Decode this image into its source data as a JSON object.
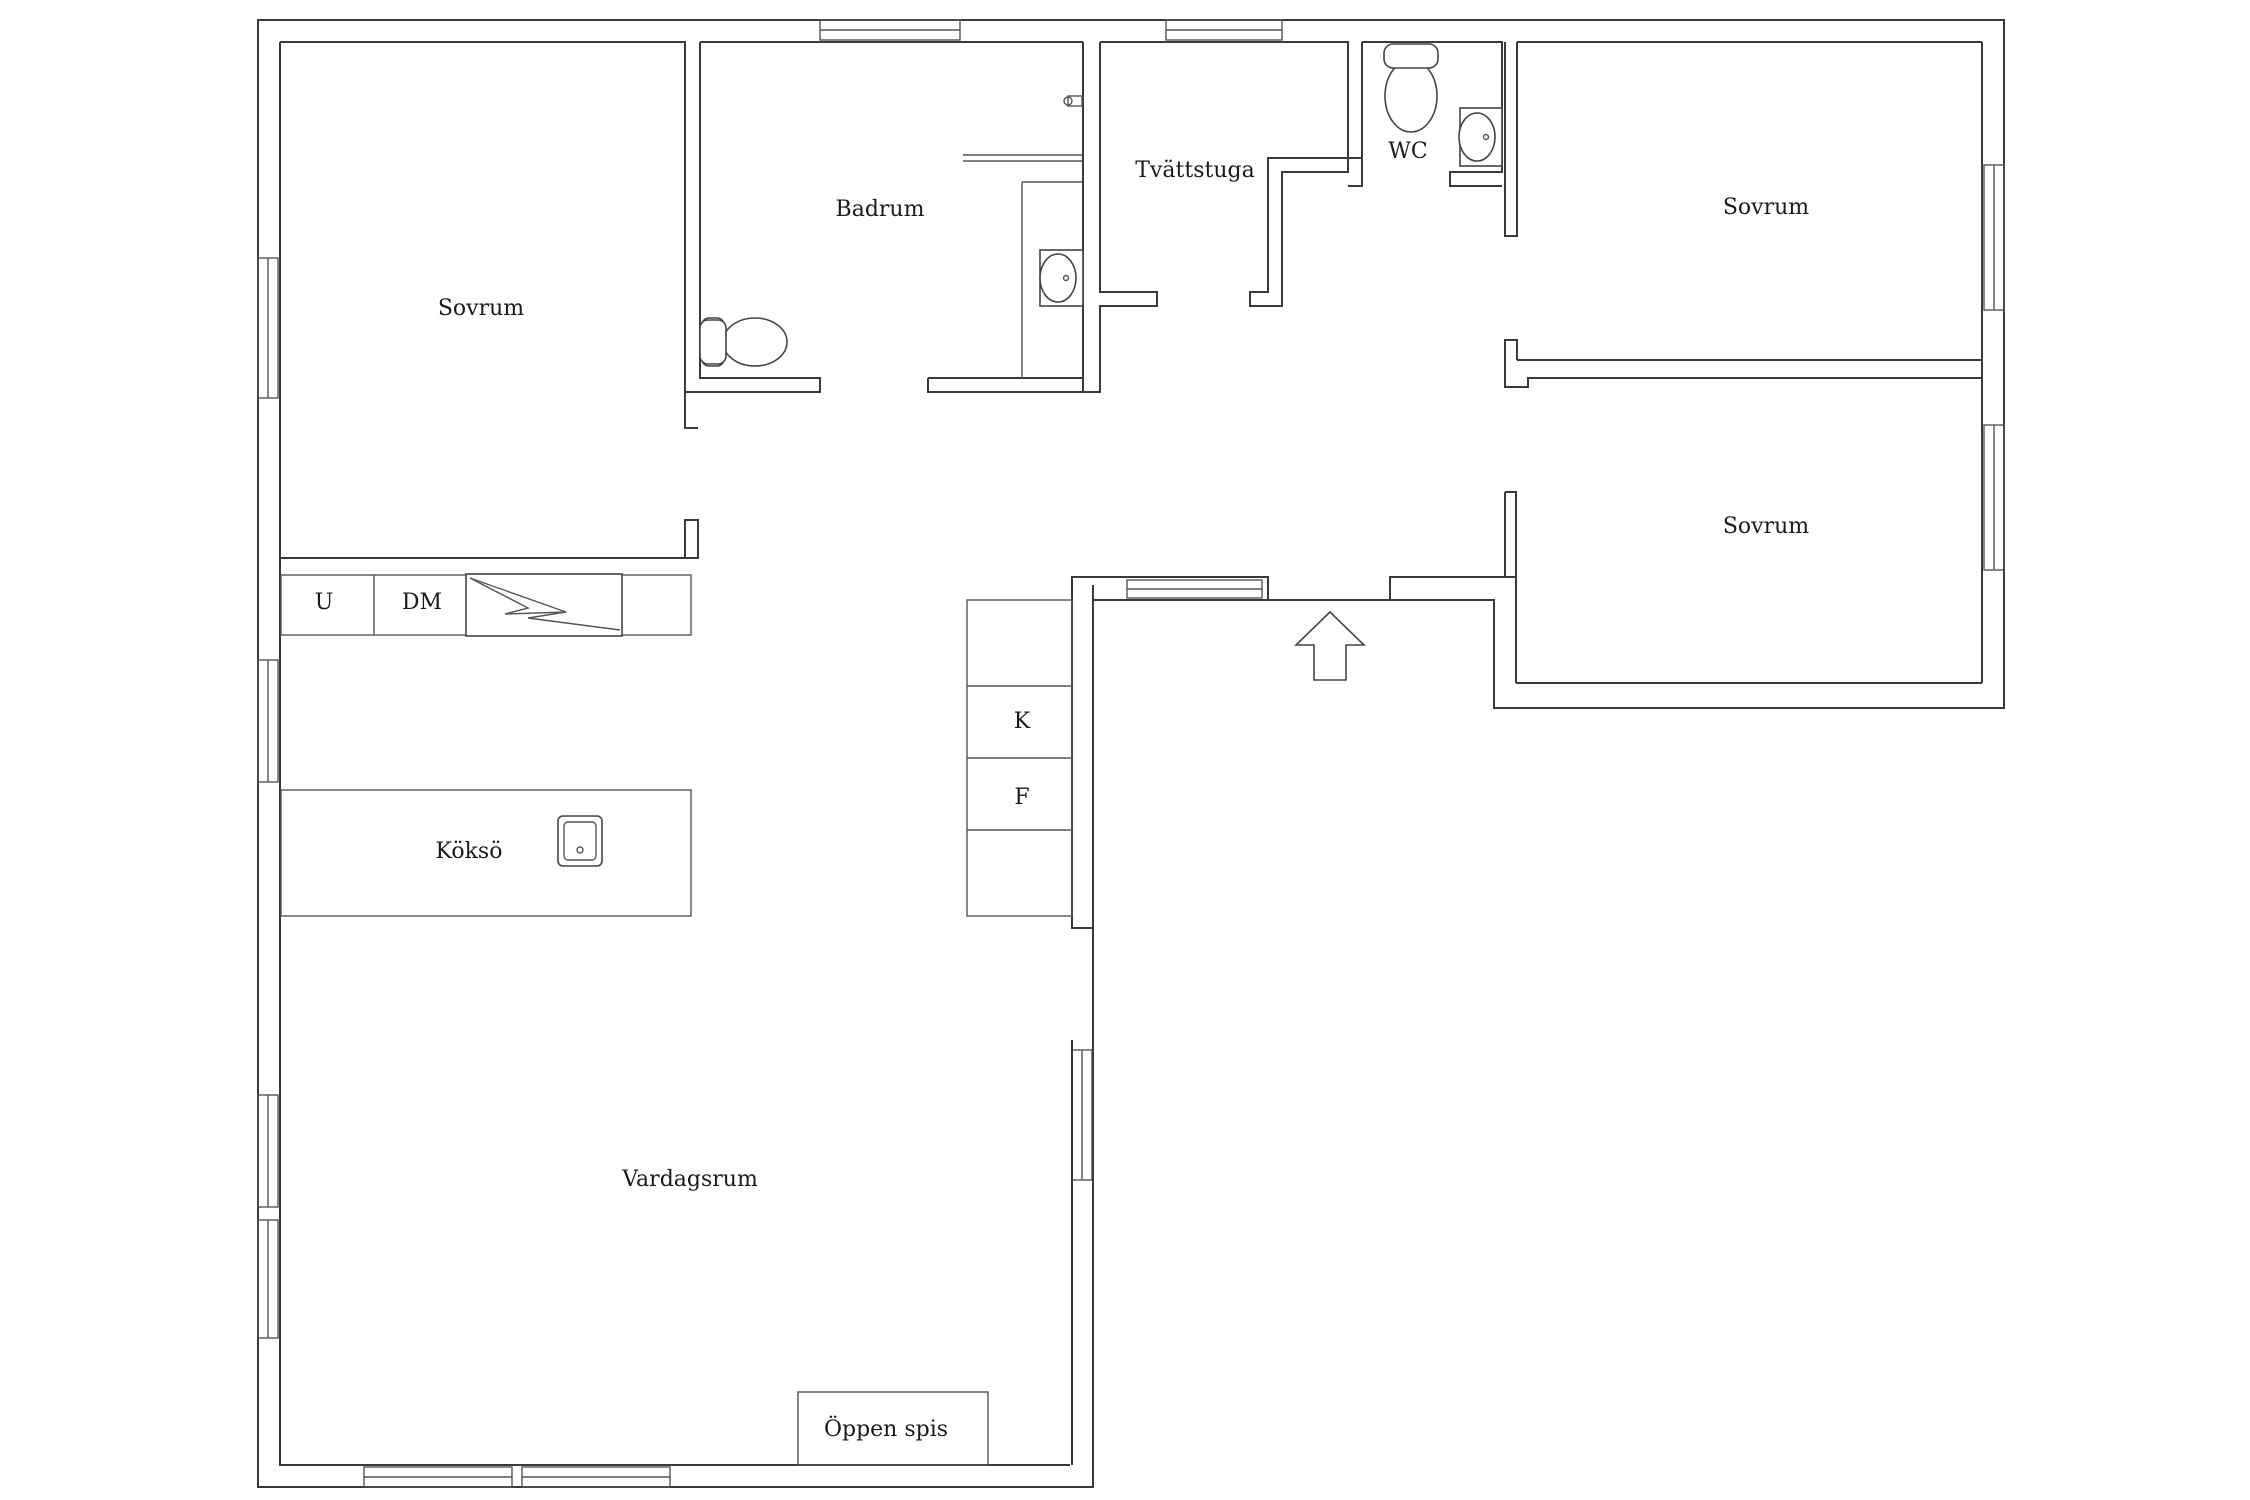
{
  "rooms": {
    "sovrum_left": "Sovrum",
    "badrum": "Badrum",
    "tvattstuga": "Tvättstuga",
    "wc": "WC",
    "sovrum_top_right": "Sovrum",
    "sovrum_bottom_right": "Sovrum",
    "koksö": "Köksö",
    "vardagsrum": "Vardagsrum",
    "oppen_spis": "Öppen spis"
  },
  "appliances": {
    "oven": "U",
    "dishwasher": "DM",
    "fridge": "K",
    "freezer": "F"
  },
  "symbols": {
    "entrance": "arrow-up-icon",
    "toilet": "toilet-icon",
    "sink": "sink-icon",
    "stove": "stove-icon"
  }
}
